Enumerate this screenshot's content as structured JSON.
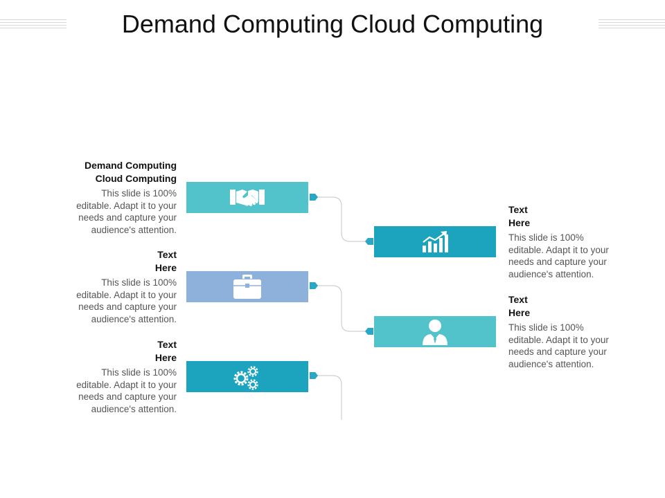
{
  "title": "Demand Computing Cloud Computing",
  "colors": {
    "teal_light": "#52c2cb",
    "blue_light": "#8eb1db",
    "teal_dark": "#1ca4bf",
    "connector": "#cfcfcf",
    "connector_node": "#2aa7c4"
  },
  "left_items": [
    {
      "heading_lines": [
        "Demand Computing",
        "Cloud Computing"
      ],
      "body_lines": [
        "This slide is 100%",
        "editable. Adapt it to your",
        "needs and capture your",
        "audience's attention."
      ],
      "icon": "handshake-icon",
      "color": "#52c2cb"
    },
    {
      "heading_lines": [
        "Text",
        "Here"
      ],
      "body_lines": [
        "This slide is 100%",
        "editable. Adapt it to your",
        "needs and capture your",
        "audience's attention."
      ],
      "icon": "briefcase-icon",
      "color": "#8eb1db"
    },
    {
      "heading_lines": [
        "Text",
        "Here"
      ],
      "body_lines": [
        "This slide is 100%",
        "editable. Adapt it to your",
        "needs and capture your",
        "audience's attention."
      ],
      "icon": "gears-icon",
      "color": "#1ca4bf"
    }
  ],
  "right_items": [
    {
      "heading_lines": [
        "Text",
        "Here"
      ],
      "body_lines": [
        "This slide is 100%",
        "editable. Adapt it to your",
        "needs and capture your",
        "audience's attention."
      ],
      "icon": "growth-chart-icon",
      "color": "#1ca4bf"
    },
    {
      "heading_lines": [
        "Text",
        "Here"
      ],
      "body_lines": [
        "This slide is 100%",
        "editable. Adapt it to your",
        "needs and capture your",
        "audience's attention."
      ],
      "icon": "person-icon",
      "color": "#52c2cb"
    }
  ]
}
